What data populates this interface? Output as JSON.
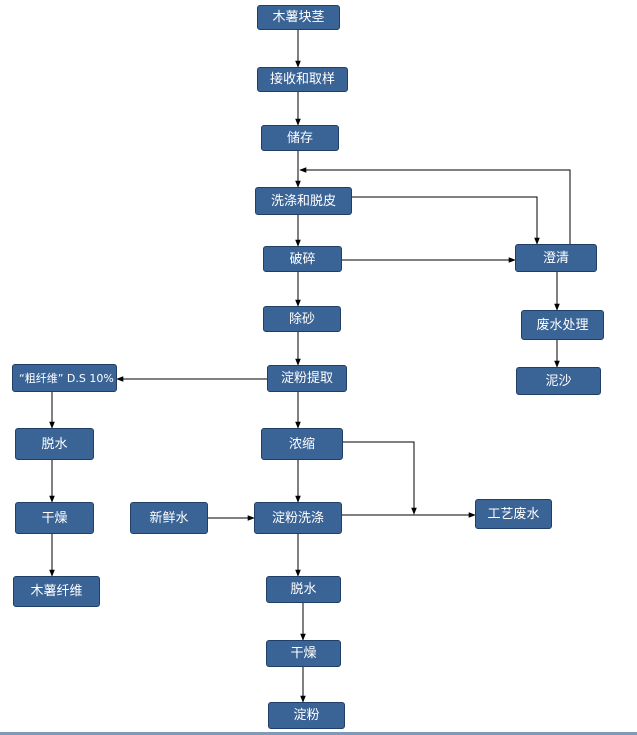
{
  "nodes": {
    "cassava_tubers": "木薯块茎",
    "receive_sample": "接收和取样",
    "storage": "储存",
    "wash_peel": "洗涤和脱皮",
    "crush": "破碎",
    "desand": "除砂",
    "starch_extract": "淀粉提取",
    "concentrate": "浓缩",
    "starch_wash": "淀粉洗涤",
    "dewater_main": "脱水",
    "dry_main": "干燥",
    "starch": "淀粉",
    "clarify": "澄清",
    "wastewater_treat": "废水处理",
    "sludge": "泥沙",
    "crude_fiber": "“粗纤维” D.S 10%",
    "dewater_fiber": "脱水",
    "dry_fiber": "干燥",
    "cassava_fiber": "木薯纤维",
    "fresh_water": "新鲜水",
    "process_wastewater": "工艺废水"
  },
  "colors": {
    "node_fill": "#3b6496",
    "node_border": "#1f3f66",
    "node_text": "#ffffff",
    "line": "#000000"
  }
}
